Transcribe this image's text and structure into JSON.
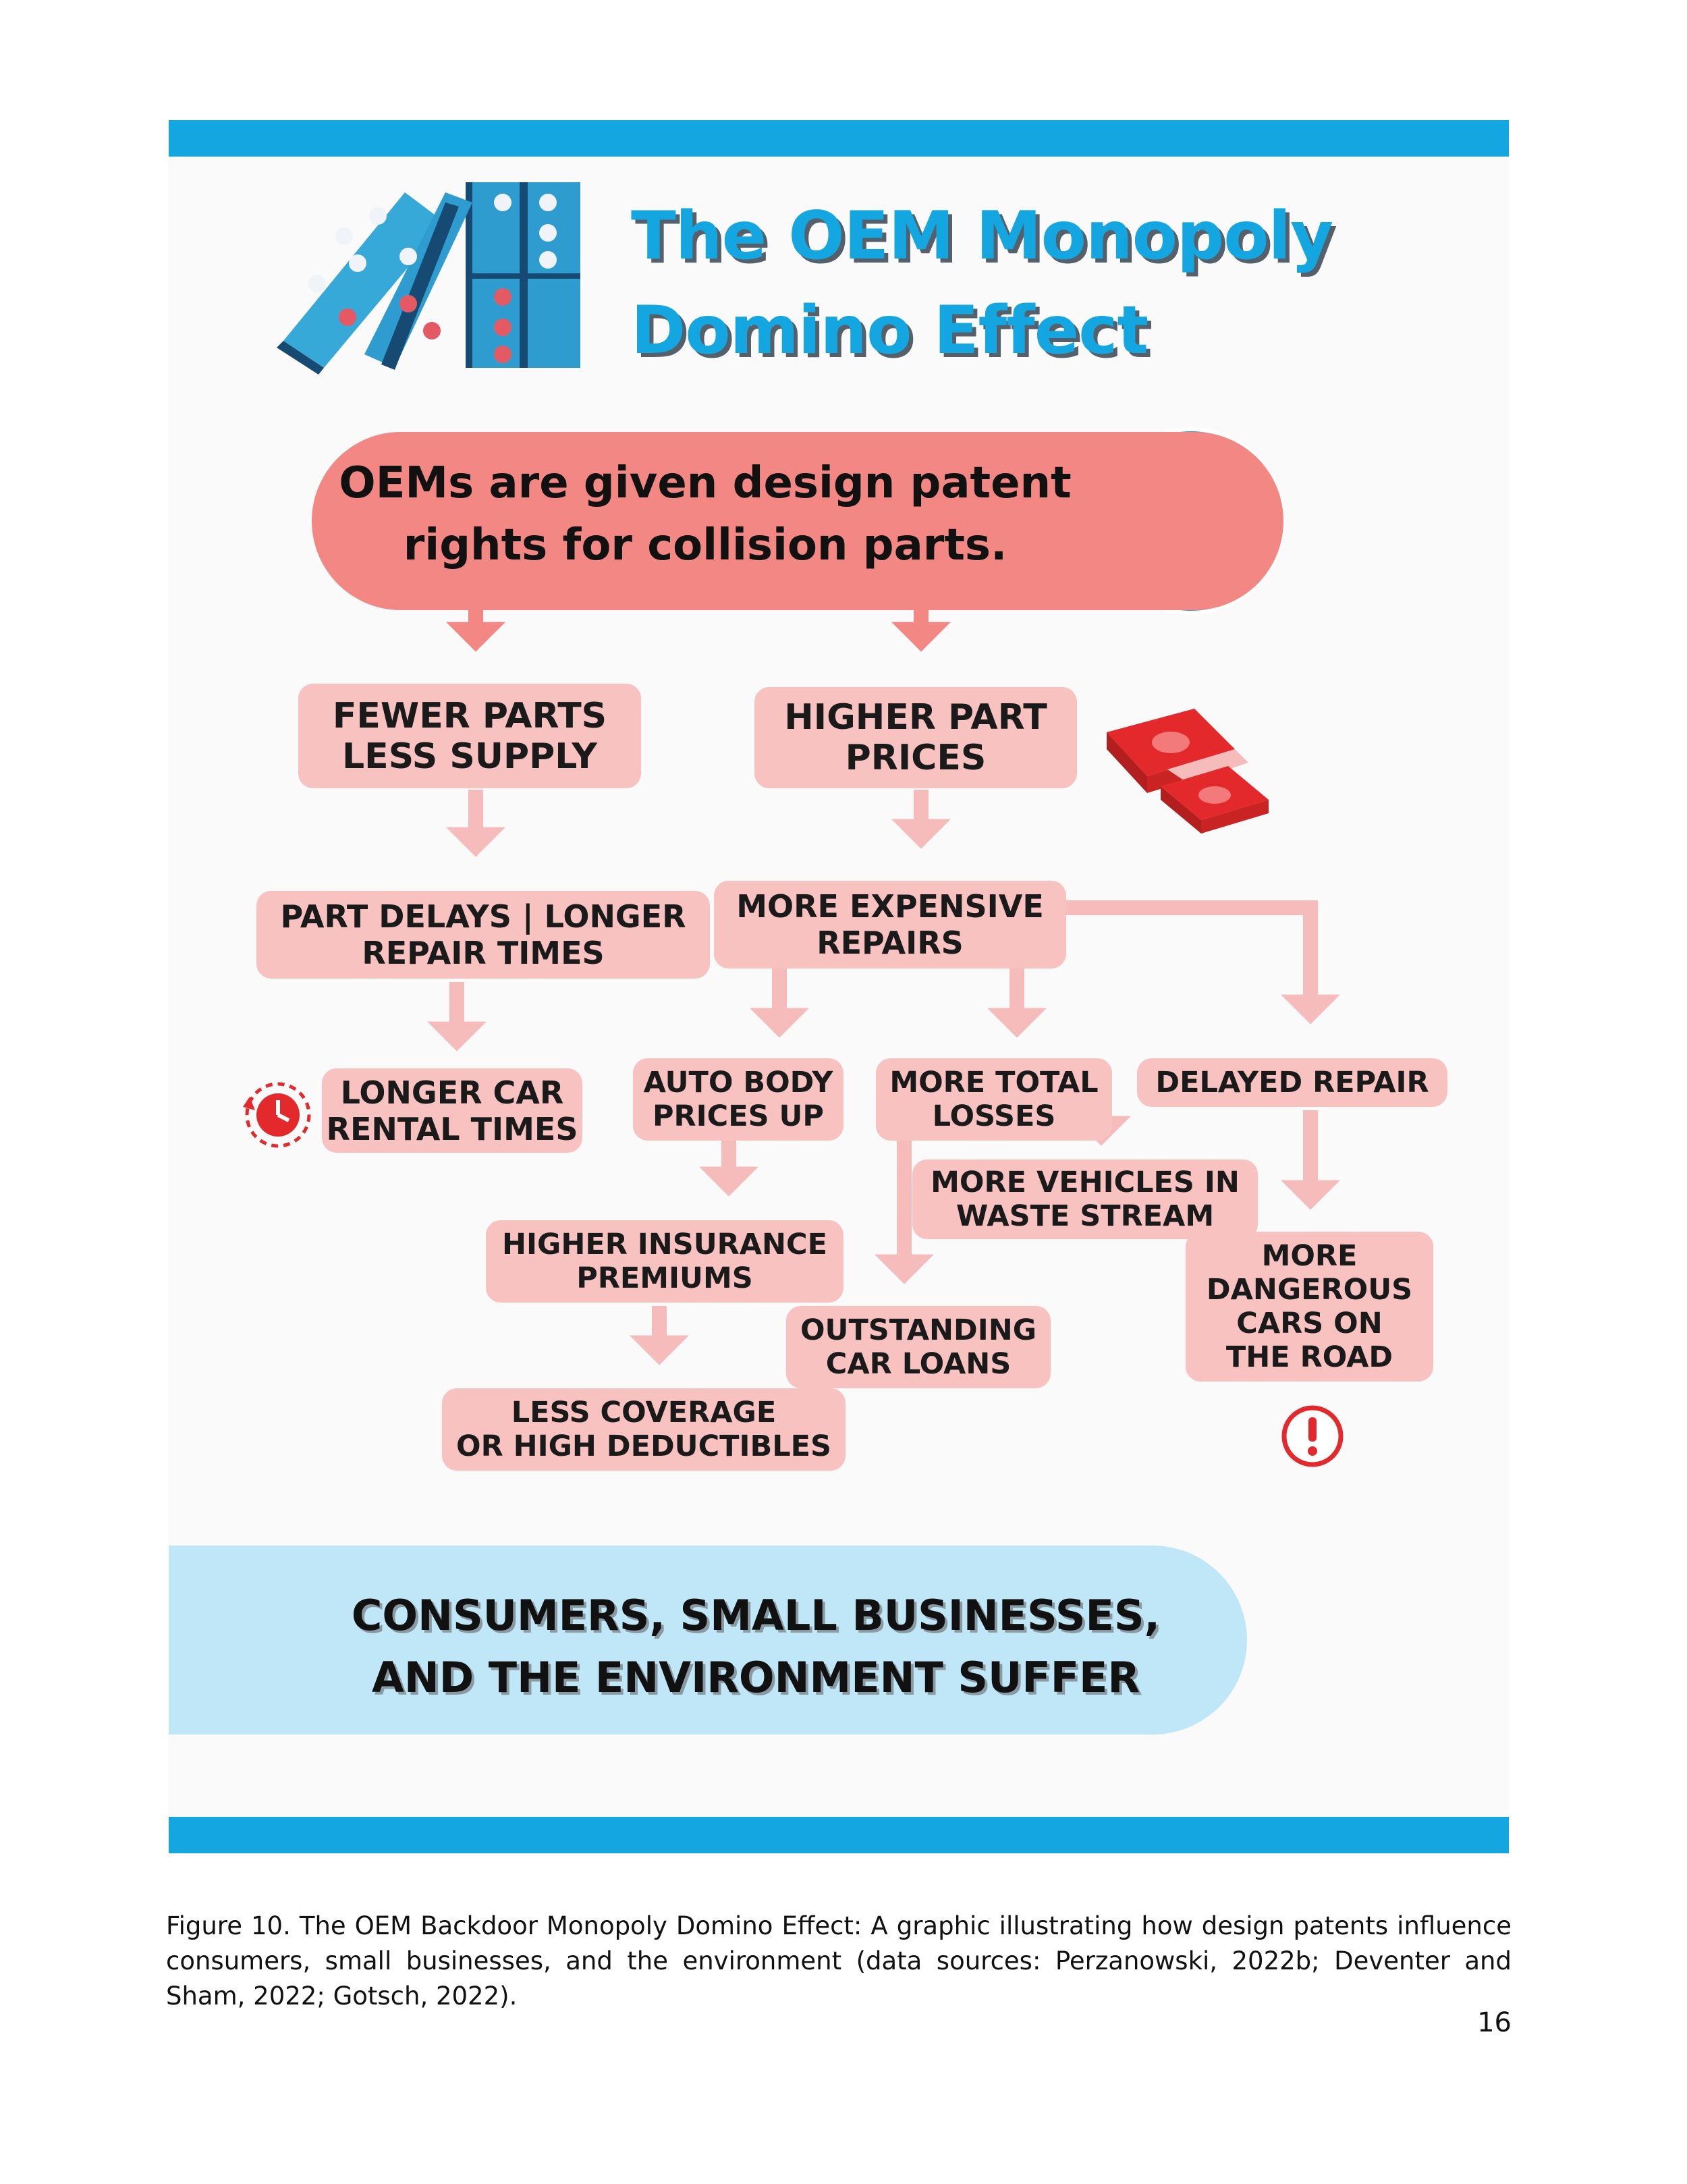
{
  "title_line1": "The OEM Monopoly",
  "title_line2": "Domino Effect",
  "hero_text": "OEMs are given design patent rights for collision parts.",
  "boxes": {
    "fewer_parts": "FEWER PARTS\nLESS SUPPLY",
    "higher_prices": "HIGHER PART\nPRICES",
    "part_delays": "PART DELAYS | LONGER\nREPAIR TIMES",
    "more_expensive": "MORE EXPENSIVE\nREPAIRS",
    "longer_rental": "LONGER CAR\nRENTAL TIMES",
    "auto_body": "AUTO BODY\nPRICES UP",
    "total_losses": "MORE TOTAL\nLOSSES",
    "delayed_repair": "DELAYED REPAIR",
    "waste_stream": "MORE VEHICLES IN\nWASTE STREAM",
    "insurance": "HIGHER INSURANCE\nPREMIUMS",
    "car_loans": "OUTSTANDING\nCAR LOANS",
    "dangerous": "MORE\nDANGEROUS\nCARS ON\nTHE ROAD",
    "coverage": "LESS COVERAGE\nOR HIGH DEDUCTIBLES"
  },
  "bottom_text": "CONSUMERS, SMALL BUSINESSES, AND THE ENVIRONMENT SUFFER",
  "caption": "Figure 10. The OEM Backdoor Monopoly Domino Effect: A graphic illustrating how design patents influence consumers, small businesses, and the environment (data sources: Perzanowski, 2022b; Deventer and Sham, 2022; Gotsch, 2022).",
  "page_number": "16",
  "icons": [
    "domino-icon",
    "thief-lightbulb-icon",
    "money-stack-icon",
    "clock-icon",
    "warning-icon",
    "trend-down-icon"
  ],
  "colors": {
    "brand_blue": "#14a6e1",
    "hero_red": "#f28783",
    "box_pink": "#f8c2c1",
    "arrow_pink": "#f6bcbb",
    "accent_red": "#e3292b",
    "bottom_blue": "#c0e7f7"
  }
}
